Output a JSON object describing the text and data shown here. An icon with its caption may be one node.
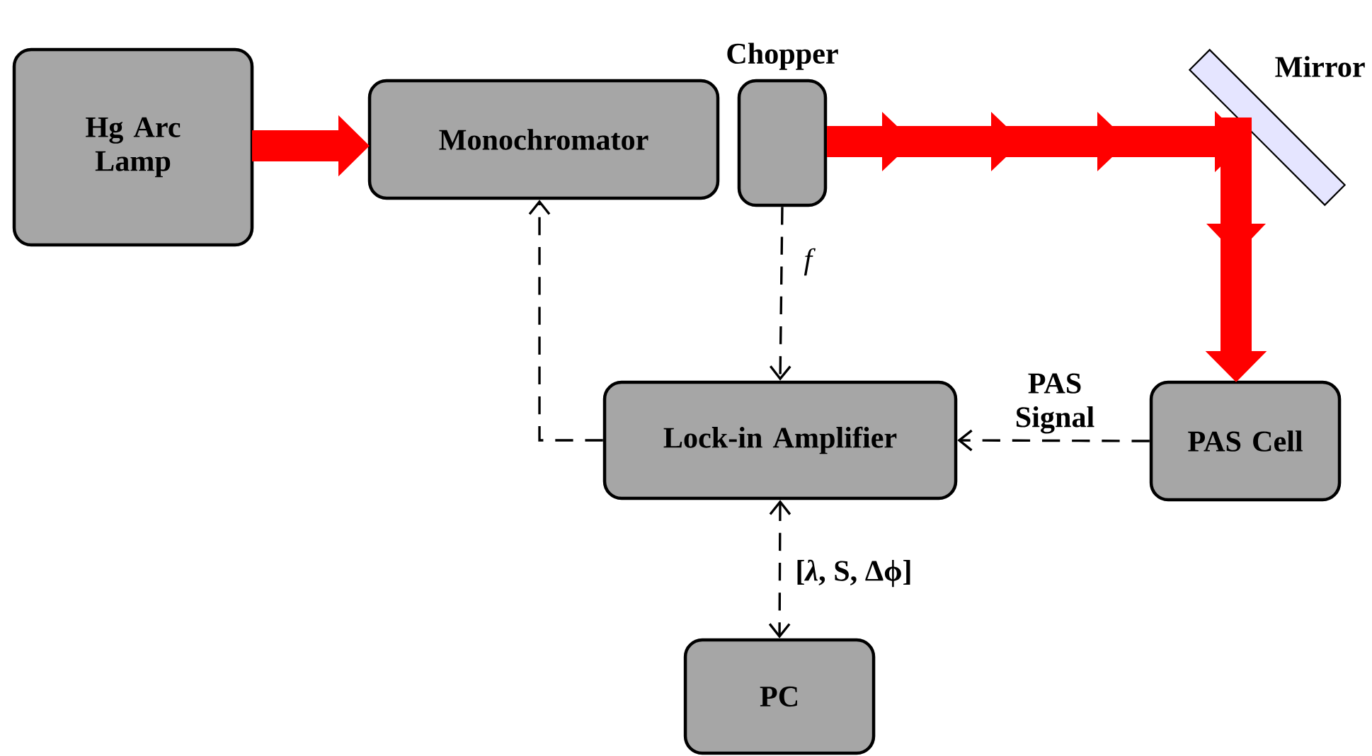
{
  "diagram": {
    "nodes": [
      {
        "text": [
          "Hg Arc Lamp"
        ]
      },
      {
        "text": [
          "Monochromator"
        ]
      },
      {
        "text": [
          "Chopper"
        ]
      },
      {
        "text": [],
        "shape": "bar",
        "beside": [
          "Mirror"
        ]
      },
      {
        "text": [
          "Lock-in Amplifier"
        ]
      },
      {
        "text": [
          "PAS Cell"
        ]
      },
      {
        "text": [
          "PC"
        ]
      }
    ],
    "edges": [
      {
        "from": 0,
        "to": 1,
        "arrow": "to",
        "style": "thick",
        "color": "#ff0000"
      },
      {
        "from": 2,
        "to": 3,
        "arrow": "to",
        "style": "thick",
        "color": "#ff0000"
      },
      {
        "from": 3,
        "to": 5,
        "arrow": "to",
        "style": "thick",
        "color": "#ff0000"
      },
      {
        "from": 2,
        "to": 4,
        "arrow": "to",
        "style": "dashed",
        "label": "f"
      },
      {
        "from": 4,
        "to": 1,
        "arrow": "to",
        "style": "dashed"
      },
      {
        "from": 5,
        "to": 4,
        "arrow": "to",
        "style": "dashed",
        "label": "PAS Signal"
      },
      {
        "from": 4,
        "to": 6,
        "arrow": "both",
        "style": "dashed",
        "label": "[*λ*, S, Δϕ]"
      }
    ]
  }
}
